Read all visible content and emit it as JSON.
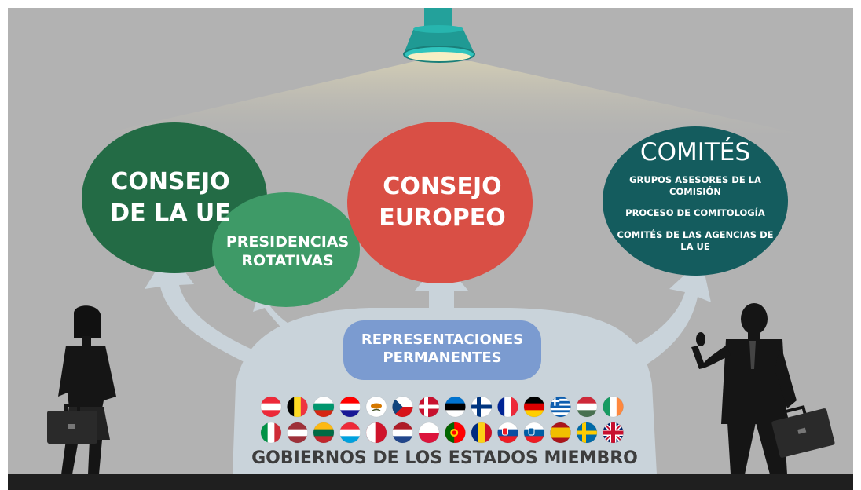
{
  "colors": {
    "background": "#b2b2b2",
    "bottom_bar": "#1f1f1f",
    "consejo_ue": "#236b45",
    "presidencias": "#3e9a67",
    "consejo_europeo": "#d94f45",
    "comites": "#145c5e",
    "representaciones": "#7b9bd0",
    "arrows": "#c9d3da",
    "lamp": "#2aa7a0",
    "light": "#e7ddb0",
    "silhouette": "#151515"
  },
  "icons": [
    "ceiling-lamp-icon",
    "businesswoman-silhouette-icon",
    "businessman-silhouette-icon",
    "briefcase-icon"
  ],
  "consejo_ue": {
    "title": "CONSEJO DE LA UE"
  },
  "presidencias": {
    "title": "PRESIDENCIAS ROTATIVAS"
  },
  "consejo_europeo": {
    "title": "CONSEJO EUROPEO"
  },
  "comites": {
    "title": "COMITÉS",
    "items": [
      "GRUPOS ASESORES DE LA COMISIÓN",
      "PROCESO DE COMITOLOGÍA",
      "COMITÉS DE LAS AGENCIAS DE LA UE"
    ]
  },
  "representaciones": {
    "label": "REPRESENTACIONES PERMANENTES"
  },
  "gobiernos": {
    "label": "GOBIERNOS DE LOS ESTADOS MIEMBRO"
  },
  "flags": [
    {
      "name": "austria",
      "type": "h",
      "colors": [
        "#ed2939",
        "#ffffff",
        "#ed2939"
      ]
    },
    {
      "name": "belgium",
      "type": "v",
      "colors": [
        "#000000",
        "#fdda24",
        "#ef3340"
      ]
    },
    {
      "name": "bulgaria",
      "type": "h",
      "colors": [
        "#ffffff",
        "#00966e",
        "#d62612"
      ]
    },
    {
      "name": "croatia",
      "type": "h",
      "colors": [
        "#ff0000",
        "#ffffff",
        "#171796"
      ]
    },
    {
      "name": "cyprus",
      "type": "solid",
      "colors": [
        "#ffffff"
      ],
      "emblem": "#d57800"
    },
    {
      "name": "czechia",
      "type": "czech",
      "colors": [
        "#ffffff",
        "#d7141a",
        "#11457e"
      ]
    },
    {
      "name": "denmark",
      "type": "cross",
      "colors": [
        "#c8102e",
        "#ffffff"
      ]
    },
    {
      "name": "estonia",
      "type": "h",
      "colors": [
        "#0072ce",
        "#000000",
        "#ffffff"
      ]
    },
    {
      "name": "finland",
      "type": "cross",
      "colors": [
        "#ffffff",
        "#003580"
      ]
    },
    {
      "name": "france",
      "type": "v",
      "colors": [
        "#002395",
        "#ffffff",
        "#ed2939"
      ]
    },
    {
      "name": "germany",
      "type": "h",
      "colors": [
        "#000000",
        "#dd0000",
        "#ffce00"
      ]
    },
    {
      "name": "greece",
      "type": "greece",
      "colors": [
        "#0d5eaf",
        "#ffffff"
      ]
    },
    {
      "name": "hungary",
      "type": "h",
      "colors": [
        "#ce2939",
        "#ffffff",
        "#477050"
      ]
    },
    {
      "name": "ireland",
      "type": "v",
      "colors": [
        "#169b62",
        "#ffffff",
        "#ff883e"
      ]
    },
    {
      "name": "italy",
      "type": "v",
      "colors": [
        "#009246",
        "#ffffff",
        "#ce2b37"
      ]
    },
    {
      "name": "latvia",
      "type": "h",
      "colors": [
        "#9e3039",
        "#ffffff",
        "#9e3039"
      ]
    },
    {
      "name": "lithuania",
      "type": "h",
      "colors": [
        "#fdb913",
        "#006a44",
        "#c1272d"
      ]
    },
    {
      "name": "luxembourg",
      "type": "h",
      "colors": [
        "#ed2939",
        "#ffffff",
        "#00a1de"
      ]
    },
    {
      "name": "malta",
      "type": "v2",
      "colors": [
        "#ffffff",
        "#cf142b"
      ]
    },
    {
      "name": "netherlands",
      "type": "h",
      "colors": [
        "#ae1c28",
        "#ffffff",
        "#21468b"
      ]
    },
    {
      "name": "poland",
      "type": "h2",
      "colors": [
        "#ffffff",
        "#dc143c"
      ]
    },
    {
      "name": "portugal",
      "type": "v2",
      "colors": [
        "#006600",
        "#ff0000"
      ],
      "emblem": "#ffcc00"
    },
    {
      "name": "romania",
      "type": "v",
      "colors": [
        "#002b7f",
        "#fcd116",
        "#ce1126"
      ]
    },
    {
      "name": "slovakia",
      "type": "h",
      "colors": [
        "#ffffff",
        "#0b4ea2",
        "#ee1c25"
      ],
      "emblem": "#ee1c25"
    },
    {
      "name": "slovenia",
      "type": "h",
      "colors": [
        "#ffffff",
        "#005da4",
        "#ed1c24"
      ],
      "emblem": "#005da4"
    },
    {
      "name": "spain",
      "type": "spain",
      "colors": [
        "#aa151b",
        "#f1bf00"
      ]
    },
    {
      "name": "sweden",
      "type": "cross",
      "colors": [
        "#006aa7",
        "#fecc00"
      ]
    },
    {
      "name": "united-kingdom",
      "type": "uk",
      "colors": [
        "#012169",
        "#ffffff",
        "#c8102e"
      ]
    }
  ]
}
